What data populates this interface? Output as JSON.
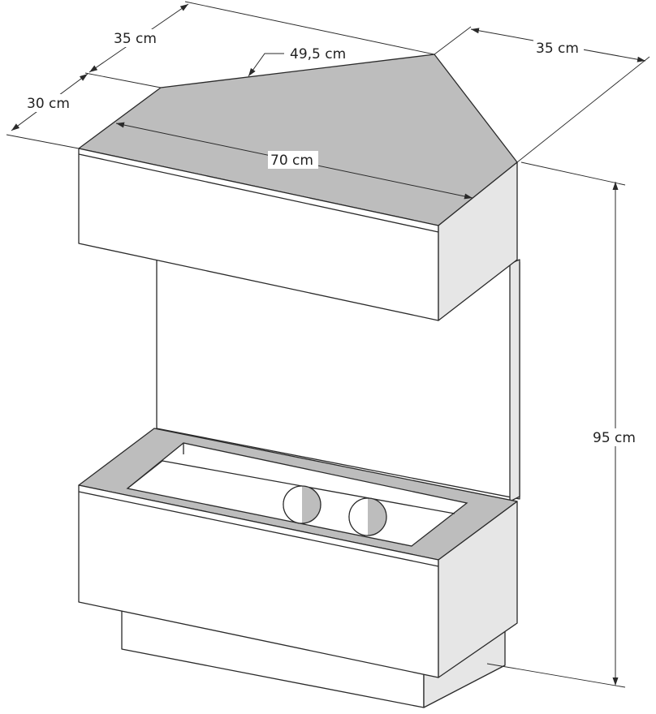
{
  "dimensions": {
    "depth_left": "30 cm",
    "top_left": "35 cm",
    "diagonal": "49,5 cm",
    "top_right": "35 cm",
    "width": "70 cm",
    "height": "95 cm"
  }
}
